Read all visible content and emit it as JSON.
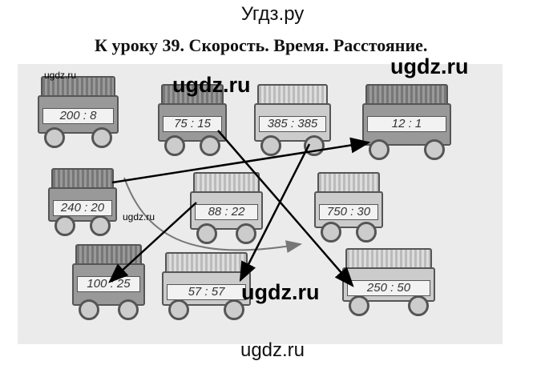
{
  "site_title": "Угдз.ру",
  "heading": "К уроку 39. Скорость. Время. Расстояние.",
  "watermarks": [
    "ugdz.ru",
    "ugdz.ru",
    "ugdz.ru",
    "ugdz.ru",
    "ugdz.ru"
  ],
  "footer": "ugdz.ru",
  "trains": [
    {
      "label": "200 : 8",
      "shade": "dark"
    },
    {
      "label": "75 : 15",
      "shade": "dark"
    },
    {
      "label": "385 : 385",
      "shade": "light"
    },
    {
      "label": "12 : 1",
      "shade": "dark"
    },
    {
      "label": "240 : 20",
      "shade": "dark"
    },
    {
      "label": "88 : 22",
      "shade": "light"
    },
    {
      "label": "750 : 30",
      "shade": "light"
    },
    {
      "label": "100 : 25",
      "shade": "dark"
    },
    {
      "label": "57 : 57",
      "shade": "light"
    },
    {
      "label": "250 : 50",
      "shade": "light"
    }
  ],
  "matches": [
    {
      "from": "240 : 20",
      "to": "12 : 1"
    },
    {
      "from": "75 : 15",
      "to": "250 : 50"
    },
    {
      "from": "385 : 385",
      "to": "57 : 57"
    },
    {
      "from": "88 : 22",
      "to": "100 : 25"
    }
  ]
}
